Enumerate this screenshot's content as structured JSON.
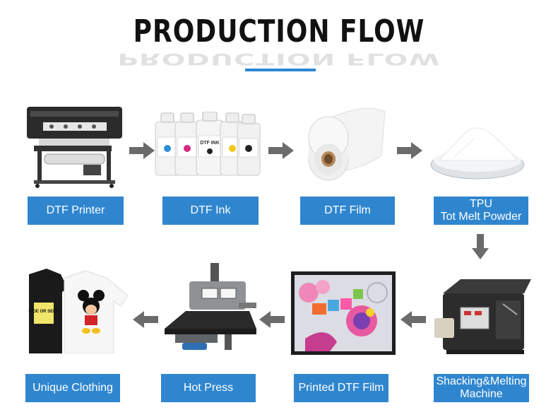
{
  "title": "PRODUCTION FLOW",
  "accent_color": "#2f86cf",
  "arrow_color": "#6b6b6b",
  "steps": [
    {
      "label": "DTF Printer",
      "icon": "dtf-printer-image"
    },
    {
      "label": "DTF Ink",
      "icon": "dtf-ink-bottles-image"
    },
    {
      "label": "DTF Film",
      "icon": "dtf-film-roll-image"
    },
    {
      "label_line1": "TPU",
      "label_line2": "Tot Melt Powder",
      "icon": "tpu-powder-image"
    },
    {
      "label_line1": "Shacking&Melting",
      "label_line2": "Machine",
      "icon": "shaker-machine-image"
    },
    {
      "label": "Printed DTF Film",
      "icon": "printed-film-image"
    },
    {
      "label": "Hot Press",
      "icon": "heat-press-image"
    },
    {
      "label": "Unique Clothing",
      "icon": "tshirts-image"
    }
  ],
  "ink_bottle_text": "DTF INK",
  "tshirt_text": "HIDE OR SEEK"
}
